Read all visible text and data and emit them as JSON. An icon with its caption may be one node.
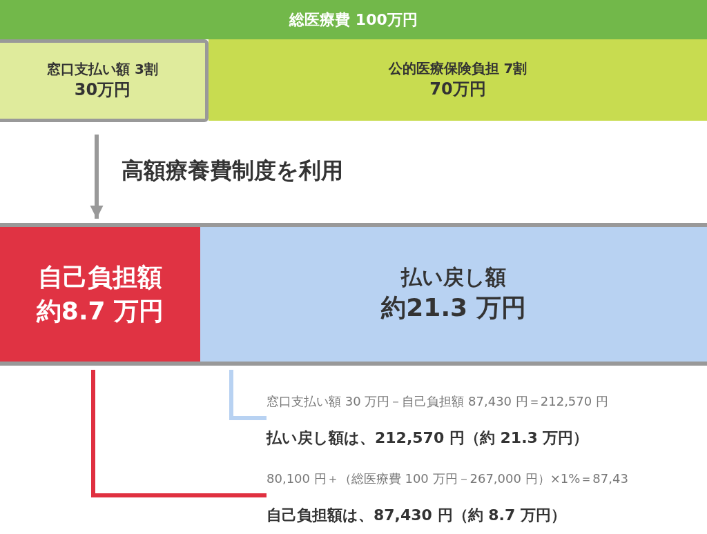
{
  "diagram": {
    "nodes": [
      {
        "text": [
          "総医療費 100万円"
        ]
      },
      {
        "text": [
          "窓口支払い額 3割",
          "30万円"
        ]
      },
      {
        "text": [
          "公的医療保険負担 7割",
          "70万円"
        ]
      },
      {
        "text": [
          "自己負担額",
          "約8.7 万円"
        ]
      },
      {
        "text": [
          "払い戻し額",
          "約21.3 万円"
        ]
      },
      {
        "text": [
          "窓口支払い額 30 万円－自己負担額 87,430 円＝212,570 円",
          "払い戻し額は、212,570 円（約 21.3 万円）"
        ]
      },
      {
        "text": [
          "80,100 円＋（総医療費 100 万円－267,000 円）×1%＝87,43",
          "自己負担額は、87,430 円（約 8.7 万円）"
        ]
      }
    ],
    "edges": [
      {
        "from": 1,
        "to": 3,
        "arrow": "to",
        "label": "高額療養費制度を利用",
        "color": "#999999"
      },
      {
        "from": 4,
        "to": 5,
        "arrow": "none",
        "color": "#b8d2f2"
      },
      {
        "from": 3,
        "to": 6,
        "arrow": "none",
        "color": "#e03040"
      }
    ]
  }
}
